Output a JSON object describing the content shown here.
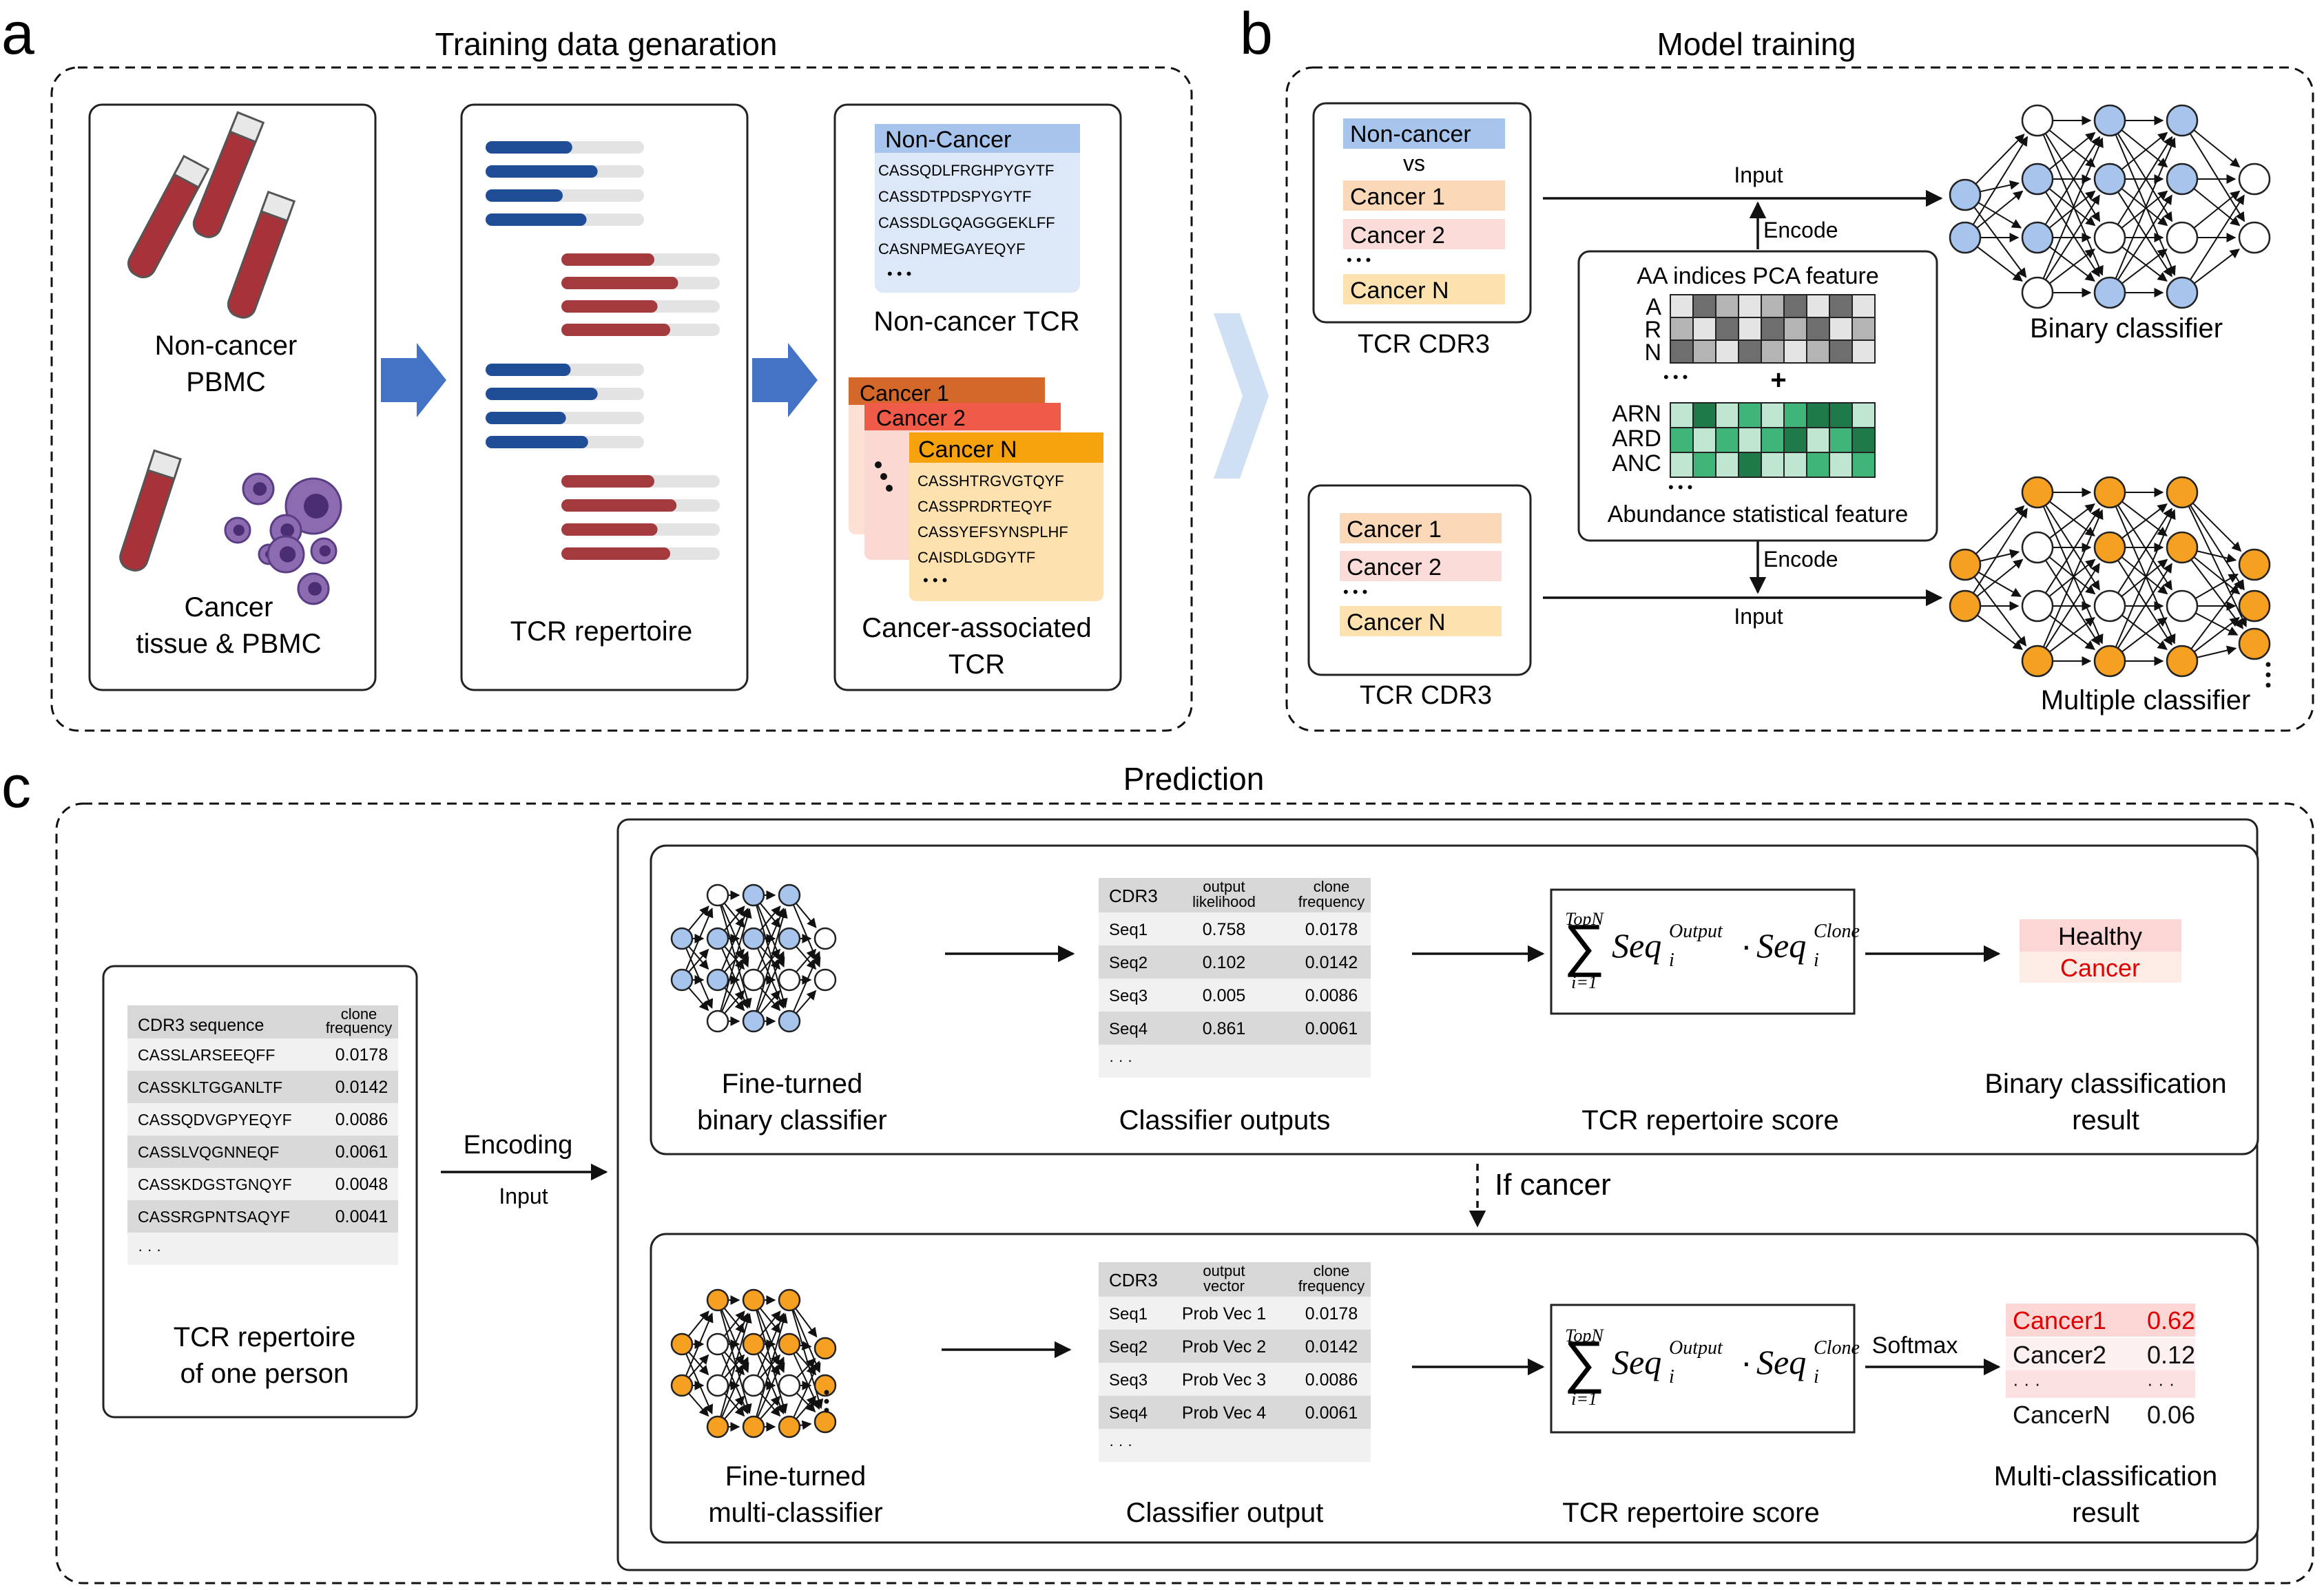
{
  "panels": {
    "a": {
      "letter": "a",
      "title": "Training data genaration",
      "box1": {
        "line1": "Non-cancer",
        "line2": "PBMC",
        "line3": "Cancer",
        "line4": "tissue & PBMC"
      },
      "box2": {
        "label": "TCR repertoire"
      },
      "box3": {
        "noncancer_header": "Non-Cancer",
        "noncancer_seqs": [
          "CASSQDLFRGHPYGYTF",
          "CASSDTPDSPYGYTF",
          "CASSDLGQAGGGEKLFF",
          "CASNPMEGAYEQYF"
        ],
        "noncancer_dots": "• • •",
        "noncancer_label": "Non-cancer TCR",
        "cancer1": "Cancer 1",
        "cancer2": "Cancer 2",
        "cancerN": "Cancer N",
        "cancer_dots": "•\n•\n•",
        "cancer_seqs": [
          "CASSHTRGVGTQYF",
          "CASSPRDRTEQYF",
          "CASSYEFSYNSPLHF",
          "CAISDLGDGYTF"
        ],
        "cancer_dots2": "• • •",
        "label1": "Cancer-associated",
        "label2": "TCR"
      }
    },
    "b": {
      "letter": "b",
      "title": "Model training",
      "top_box": {
        "noncancer": "Non-cancer",
        "vs": "vs",
        "c1": "Cancer 1",
        "c2": "Cancer 2",
        "dots": "• • •",
        "cN": "Cancer N",
        "label": "TCR CDR3"
      },
      "bottom_box": {
        "c1": "Cancer 1",
        "c2": "Cancer 2",
        "dots": "• • •",
        "cN": "Cancer N",
        "label": "TCR CDR3"
      },
      "input_top": "Input",
      "input_bottom": "Input",
      "encode_top": "Encode",
      "encode_bottom": "Encode",
      "feature_box": {
        "title": "AA indices PCA feature",
        "rows": [
          "A",
          "R",
          "N"
        ],
        "dots1": "• • •",
        "plus": "+",
        "rows2": [
          "ARN",
          "ARD",
          "ANC"
        ],
        "dots2": "• • •",
        "bottom": "Abundance statistical feature"
      },
      "binary_label": "Binary classifier",
      "multi_label": "Multiple classifier",
      "colors": {
        "blue": "#a6c4ec",
        "orange": "#f5a020",
        "pca_dark": "#6e6e6e",
        "pca_mid": "#b4b4b4",
        "pca_light": "#e4e4e4",
        "green_dark": "#1f7a4a",
        "green_mid": "#3fb57a",
        "green_light": "#bfe6d0"
      }
    },
    "c": {
      "letter": "c",
      "title": "Prediction",
      "left_table": {
        "h1": "CDR3 sequence",
        "h2a": "clone",
        "h2b": "frequency",
        "rows": [
          [
            "CASSLARSEEQFF",
            "0.0178"
          ],
          [
            "CASSKLTGGANLTF",
            "0.0142"
          ],
          [
            "CASSQDVGPYEQYF",
            "0.0086"
          ],
          [
            "CASSLVQGNNEQF",
            "0.0061"
          ],
          [
            "CASSKDGSTGNQYF",
            "0.0048"
          ],
          [
            "CASSRGPNTSAQYF",
            "0.0041"
          ]
        ],
        "dots": "· · ·",
        "label1": "TCR repertoire",
        "label2": "of one person"
      },
      "encoding": "Encoding",
      "input": "Input",
      "top_row": {
        "net_label1": "Fine-turned",
        "net_label2": "binary classifier",
        "table": {
          "h1": "CDR3",
          "h2a": "output",
          "h2b": "likelihood",
          "h3a": "clone",
          "h3b": "frequency",
          "rows": [
            [
              "Seq1",
              "0.758",
              "0.0178"
            ],
            [
              "Seq2",
              "0.102",
              "0.0142"
            ],
            [
              "Seq3",
              "0.005",
              "0.0086"
            ],
            [
              "Seq4",
              "0.861",
              "0.0061"
            ]
          ],
          "dots": "· · ·"
        },
        "outputs_label": "Classifier outputs",
        "score_label": "TCR repertoire score",
        "formula": {
          "top": "TopN",
          "bottom": "i=1",
          "seq": "Seq",
          "i": "i",
          "sup1": "Output",
          "sup2": "Clone",
          "dot": "·"
        },
        "result": {
          "healthy": "Healthy",
          "cancer": "Cancer",
          "label1": "Binary classification",
          "label2": "result"
        }
      },
      "if_cancer": "If cancer",
      "bottom_row": {
        "net_label1": "Fine-turned",
        "net_label2": "multi-classifier",
        "table": {
          "h1": "CDR3",
          "h2a": "output",
          "h2b": "vector",
          "h3a": "clone",
          "h3b": "frequency",
          "rows": [
            [
              "Seq1",
              "Prob Vec 1",
              "0.0178"
            ],
            [
              "Seq2",
              "Prob Vec 2",
              "0.0142"
            ],
            [
              "Seq3",
              "Prob Vec 3",
              "0.0086"
            ],
            [
              "Seq4",
              "Prob Vec 4",
              "0.0061"
            ]
          ],
          "dots": "· · ·"
        },
        "outputs_label": "Classifier output",
        "score_label": "TCR repertoire score",
        "softmax": "Softmax",
        "formula": {
          "top": "TopN",
          "bottom": "i=1",
          "seq": "Seq",
          "i": "i",
          "sup1": "Output",
          "sup2": "Clone",
          "dot": "·"
        },
        "result": {
          "rows": [
            [
              "Cancer1",
              "0.62"
            ],
            [
              "Cancer2",
              "0.12"
            ],
            [
              "· · ·",
              "· · ·"
            ],
            [
              "CancerN",
              "0.06"
            ]
          ],
          "label1": "Multi-classification",
          "label2": "result"
        }
      }
    }
  }
}
